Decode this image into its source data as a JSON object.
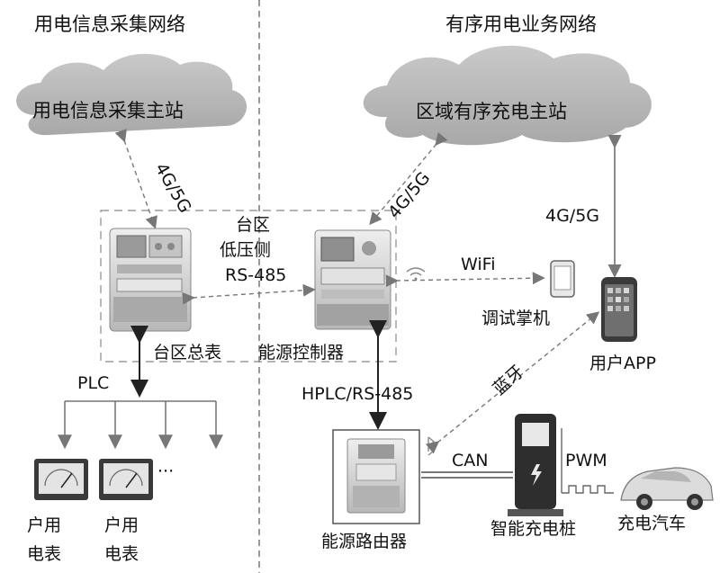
{
  "sections": {
    "left_title": "用电信息采集网络",
    "right_title": "有序用电业务网络"
  },
  "clouds": {
    "left": "用电信息采集主站",
    "right": "区域有序充电主站"
  },
  "links": {
    "left_4g": "4G/5G",
    "right_4g": "4G/5G",
    "app_4g": "4G/5G",
    "rs485_line1": "台区",
    "rs485_line2": "低压侧",
    "rs485_line3": "RS-485",
    "wifi": "WiFi",
    "plc": "PLC",
    "hplc": "HPLC/RS-485",
    "bluetooth": "蓝牙",
    "can": "CAN",
    "pwm": "PWM"
  },
  "devices": {
    "area_meter": "台区总表",
    "energy_controller": "能源控制器",
    "debug_handheld": "调试掌机",
    "user_app": "用户APP",
    "energy_router": "能源路由器",
    "smart_charger": "智能充电桩",
    "ev": "充电汽车",
    "household_meter_1_l1": "户用",
    "household_meter_1_l2": "电表",
    "household_meter_2_l1": "户用",
    "household_meter_2_l2": "电表",
    "ellipsis": "···"
  },
  "colors": {
    "cloud_fill": "#b9b9b9",
    "device_fill": "#d8d8d8",
    "line": "#555555",
    "dashed": "#777777"
  }
}
